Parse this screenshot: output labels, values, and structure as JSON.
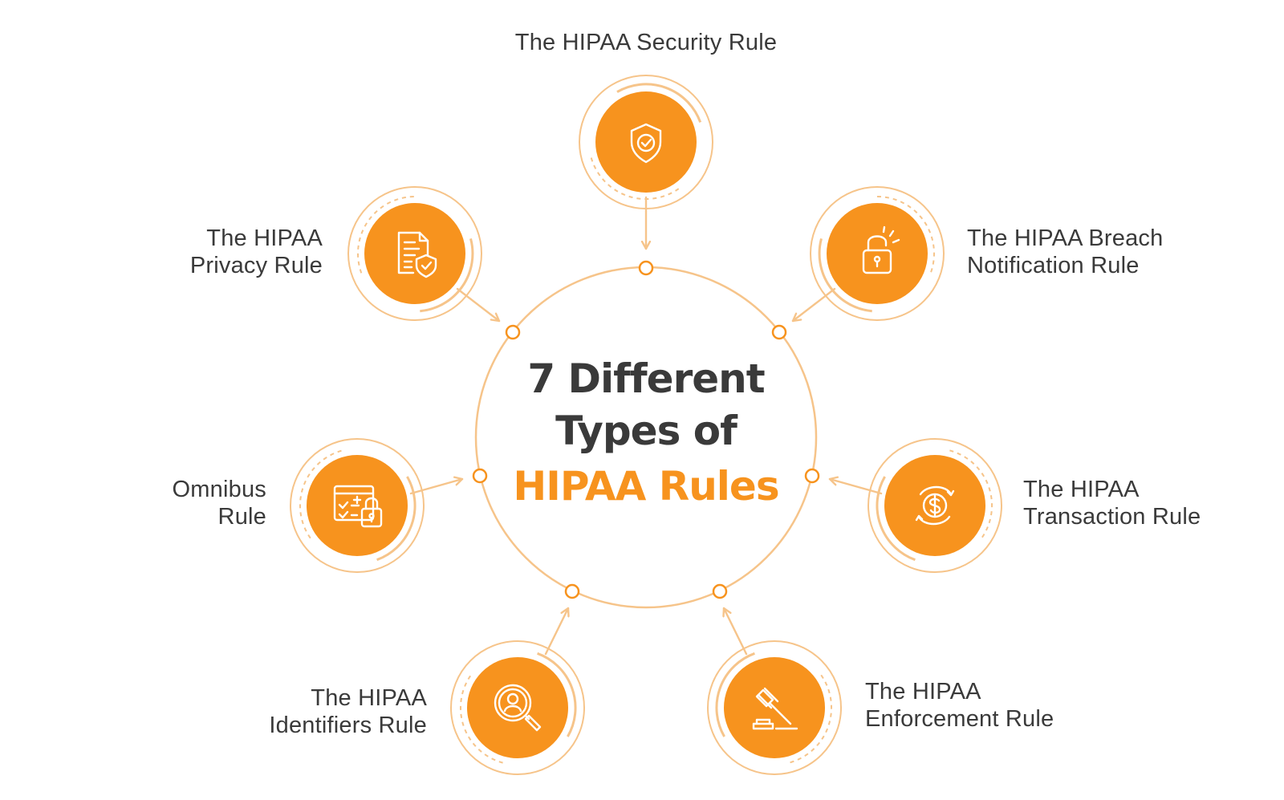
{
  "title": {
    "line1": "7 Different",
    "line2": "Types of",
    "line3": "HIPAA Rules"
  },
  "colors": {
    "accent": "#f7931e",
    "ring": "#f6c48a",
    "text": "#3a3a3a"
  },
  "rules": [
    {
      "id": "security",
      "icon": "shield-check-icon",
      "lines": [
        "The HIPAA Security Rule"
      ]
    },
    {
      "id": "privacy",
      "icon": "document-shield-icon",
      "lines": [
        "The HIPAA",
        "Privacy Rule"
      ]
    },
    {
      "id": "breach",
      "icon": "padlock-alert-icon",
      "lines": [
        "The HIPAA Breach",
        "Notification Rule"
      ]
    },
    {
      "id": "omnibus",
      "icon": "browser-lock-icon",
      "lines": [
        "Omnibus",
        "Rule"
      ]
    },
    {
      "id": "transaction",
      "icon": "dollar-cycle-icon",
      "lines": [
        "The HIPAA",
        "Transaction Rule"
      ]
    },
    {
      "id": "identifiers",
      "icon": "magnifier-user-icon",
      "lines": [
        "The HIPAA",
        "Identifiers Rule"
      ]
    },
    {
      "id": "enforcement",
      "icon": "gavel-icon",
      "lines": [
        "The HIPAA",
        "Enforcement Rule"
      ]
    }
  ]
}
